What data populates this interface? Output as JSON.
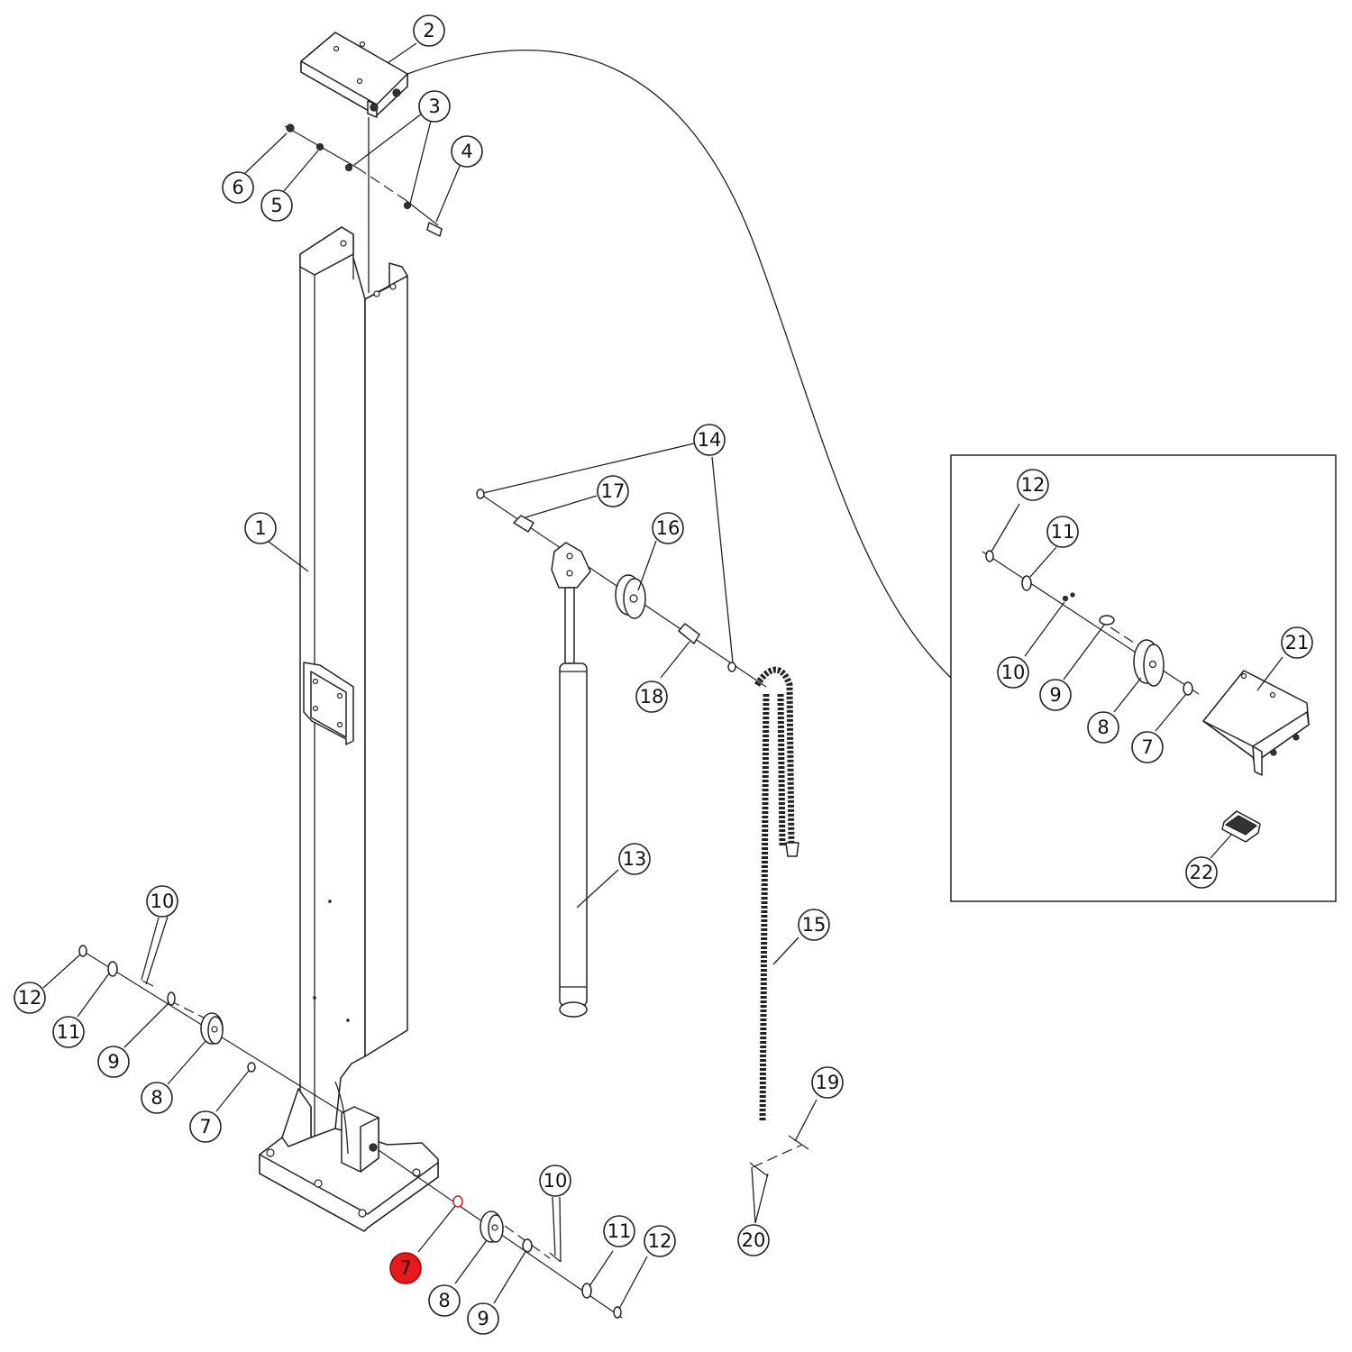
{
  "callouts": [
    {
      "id": "c1",
      "label": "1"
    },
    {
      "id": "c2",
      "label": "2"
    },
    {
      "id": "c3",
      "label": "3"
    },
    {
      "id": "c4",
      "label": "4"
    },
    {
      "id": "c5",
      "label": "5"
    },
    {
      "id": "c6",
      "label": "6"
    },
    {
      "id": "c7a",
      "label": "7"
    },
    {
      "id": "c7b",
      "label": "7",
      "highlighted": true
    },
    {
      "id": "c7c",
      "label": "7"
    },
    {
      "id": "c8a",
      "label": "8"
    },
    {
      "id": "c8b",
      "label": "8"
    },
    {
      "id": "c8c",
      "label": "8"
    },
    {
      "id": "c9a",
      "label": "9"
    },
    {
      "id": "c9b",
      "label": "9"
    },
    {
      "id": "c9c",
      "label": "9"
    },
    {
      "id": "c10a",
      "label": "10"
    },
    {
      "id": "c10b",
      "label": "10"
    },
    {
      "id": "c10c",
      "label": "10"
    },
    {
      "id": "c11a",
      "label": "11"
    },
    {
      "id": "c11b",
      "label": "11"
    },
    {
      "id": "c11c",
      "label": "11"
    },
    {
      "id": "c12a",
      "label": "12"
    },
    {
      "id": "c12b",
      "label": "12"
    },
    {
      "id": "c12c",
      "label": "12"
    },
    {
      "id": "c13",
      "label": "13"
    },
    {
      "id": "c14",
      "label": "14"
    },
    {
      "id": "c15",
      "label": "15"
    },
    {
      "id": "c16",
      "label": "16"
    },
    {
      "id": "c17",
      "label": "17"
    },
    {
      "id": "c18",
      "label": "18"
    },
    {
      "id": "c19",
      "label": "19"
    },
    {
      "id": "c20",
      "label": "20"
    },
    {
      "id": "c21",
      "label": "21"
    },
    {
      "id": "c22",
      "label": "22"
    }
  ],
  "colors": {
    "line": "#222222",
    "highlight": "#e8191a",
    "background": "#ffffff"
  }
}
